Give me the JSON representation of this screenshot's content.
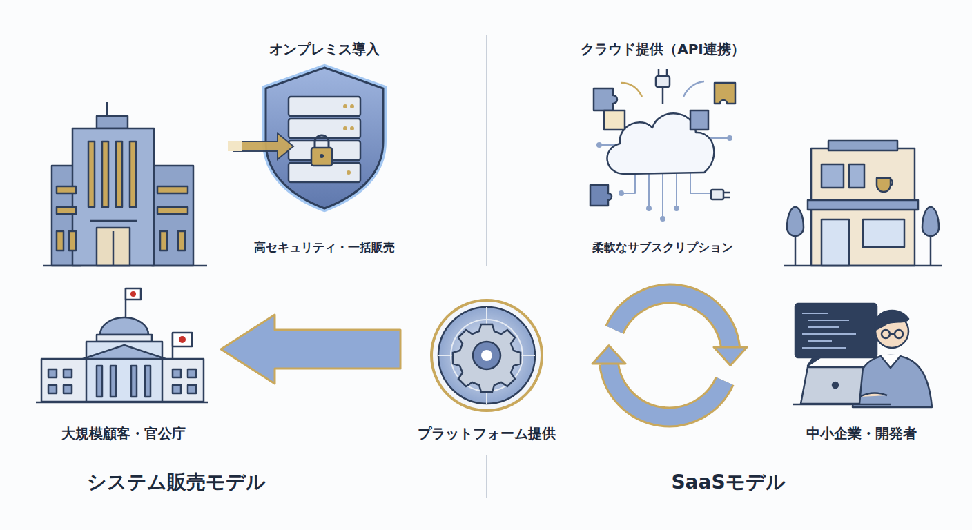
{
  "diagram": {
    "nodes": [
      {
        "text": [
          "オンプレミス導入",
          "高セキュリティ・一括販売"
        ]
      },
      {
        "text": [
          "クラウド提供（API連携）",
          "柔軟なサブスクリプション"
        ]
      },
      {
        "text": [
          "大規模顧客・官公庁"
        ]
      },
      {
        "text": [
          "プラットフォーム提供"
        ]
      },
      {
        "text": [
          "中小企業・開発者"
        ]
      }
    ],
    "edges": [
      {
        "from": 3,
        "to": 2,
        "arrow": "to"
      },
      {
        "from": 3,
        "to": 4,
        "arrow": "both"
      }
    ],
    "labels": [
      "システム販売モデル",
      "SaaSモデル"
    ]
  }
}
